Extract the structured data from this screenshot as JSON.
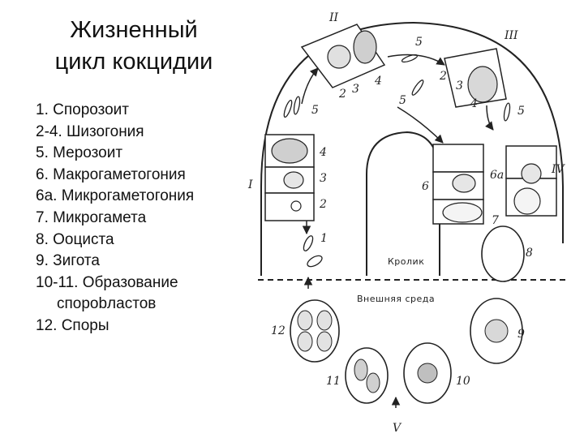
{
  "title": {
    "line1": "Жизненный",
    "line2": "цикл кокцидии"
  },
  "legend": [
    {
      "text": "1.   Спорозоит"
    },
    {
      "text": "2-4. Шизогония"
    },
    {
      "text": "5. Мерозоит"
    },
    {
      "text": "6. Макрогаметогония"
    },
    {
      "text": "6а. Микрогаметогония"
    },
    {
      "text": "7. Микрогамета"
    },
    {
      "text": "8. Ооциста"
    },
    {
      "text": "9. Зигота"
    },
    {
      "text": "10-11. Образование",
      "cont": "спорobластов"
    },
    {
      "text": "12. Споры"
    }
  ],
  "diagram": {
    "host_label": "Кролик",
    "environment_label": "Внешняя среда",
    "roman": {
      "I": "I",
      "II": "II",
      "III": "III",
      "IV": "IV",
      "V": "V"
    },
    "numbers": {
      "n1": "1",
      "n2a": "2",
      "n2b": "2",
      "n2c": "2",
      "n3a": "3",
      "n3b": "3",
      "n3c": "3",
      "n4a": "4",
      "n4b": "4",
      "n4c": "4",
      "n5a": "5",
      "n5b": "5",
      "n5c": "5",
      "n5d": "5",
      "n6": "6",
      "n6a": "6а",
      "n7": "7",
      "n8": "8",
      "n9": "9",
      "n10": "10",
      "n11": "11",
      "n12": "12"
    }
  }
}
